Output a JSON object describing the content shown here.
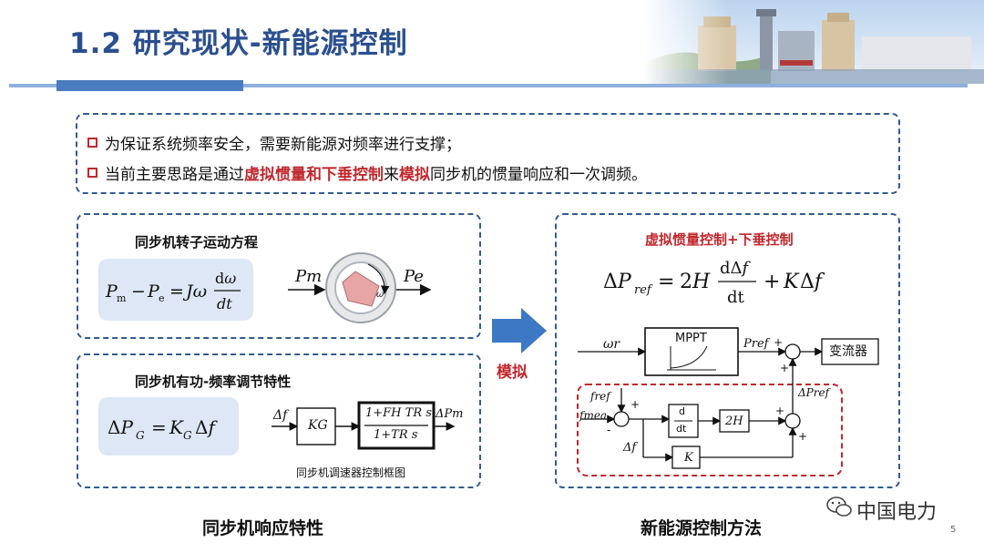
{
  "slide": {
    "title": "1.2 研究现状-新能源控制",
    "page_number": "5"
  },
  "bullets": [
    {
      "text_plain": "为保证系统频率安全，需要新能源对频率进行支撑；"
    },
    {
      "prefix": "当前主要思路是通过",
      "highlight1": "虚拟惯量和下垂控制",
      "mid": "来",
      "highlight2": "模拟",
      "suffix": "同步机的惯量响应和一次调频。"
    }
  ],
  "left": {
    "rotor_title": "同步机转子运动方程",
    "rotor_eq": "Pm − Pe = Jω dω/dt",
    "pm_label": "Pm",
    "pe_label": "Pe",
    "omega_label": "ω",
    "freq_title": "同步机有功-频率调节特性",
    "freq_eq": "ΔPG = KG Δf",
    "gov_in": "Δf",
    "gov_kg": "KG",
    "gov_tf_num": "1+FH TR s",
    "gov_tf_den": "1+TR s",
    "gov_out": "ΔPm",
    "gov_caption": "同步机调速器控制框图",
    "caption": "同步机响应特性"
  },
  "arrow_label": "模拟",
  "right": {
    "title": "虚拟惯量控制+下垂控制",
    "eq": "ΔPref = 2H dΔf/dt + KΔf",
    "omega_r": "ωr",
    "mppt": "MPPT",
    "pref": "Pref",
    "converter": "变流器",
    "dpref": "ΔPref",
    "fref": "fref",
    "fmea": "fmea",
    "df": "Δf",
    "deriv_num": "d",
    "deriv_den": "dt",
    "two_h": "2H",
    "k": "K",
    "plus": "+",
    "minus": "-",
    "caption": "新能源控制方法"
  },
  "watermark": "中国电力",
  "colors": {
    "title_blue": "#2a4f8f",
    "accent_red": "#c0282d",
    "box_blue": "#2f5c92",
    "eq_bg": "#dde7f6",
    "arrow_blue": "#3d78c4"
  }
}
